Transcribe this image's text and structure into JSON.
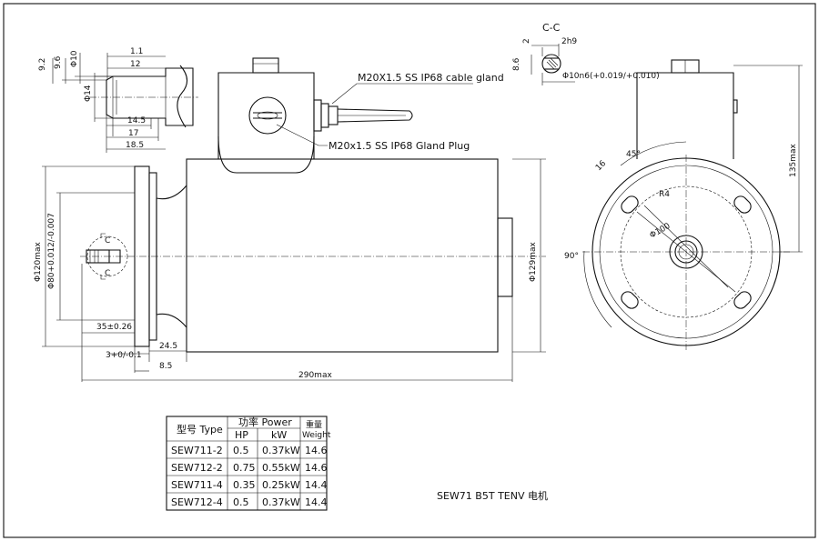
{
  "labels": {
    "cable_gland": "M20X1.5 SS IP68 cable gland",
    "gland_plug": "M20x1.5 SS IP68 Gland Plug",
    "section_title": "C-C",
    "title": "SEW71 B5T TENV 电机",
    "section_mark_top": "C",
    "section_mark_bottom": "C"
  },
  "dimensions": {
    "shaft": {
      "d_9_2": "9.2",
      "d_9_6": "9.6",
      "d_phi10": "Φ10",
      "d_1_1": "1.1",
      "d_12": "12",
      "d_phi14": "Φ14",
      "d_14_5": "14.5",
      "d_17": "17",
      "d_18_5": "18.5"
    },
    "section": {
      "d_2": "2",
      "d_2h9": "2h9",
      "d_8_6": "8.6",
      "d_phi10n6": "Φ10n6(+0.019/+0.010)"
    },
    "front": {
      "d_phi120max": "Φ120max",
      "d_phi80": "Φ80+0.012/-0.007",
      "d_35": "35±0.26",
      "d_3": "3+0/-0.1",
      "d_24_5": "24.5",
      "d_8_5": "8.5",
      "d_290max": "290max",
      "d_phi129max": "Φ129max"
    },
    "side": {
      "d_45": "45°",
      "d_16": "16",
      "d_r4": "R4",
      "d_phi100": "Φ100",
      "d_90": "90°",
      "d_135max": "135max"
    }
  },
  "spec_table": {
    "header": {
      "type": "型号 Type",
      "power": "功率 Power",
      "hp": "HP",
      "kw": "kW",
      "weight_cn": "重量",
      "weight": "Weight"
    },
    "rows": [
      {
        "type": "SEW711-2",
        "hp": "0.5",
        "kw": "0.37kW",
        "weight": "14.6"
      },
      {
        "type": "SEW712-2",
        "hp": "0.75",
        "kw": "0.55kW",
        "weight": "14.6"
      },
      {
        "type": "SEW711-4",
        "hp": "0.35",
        "kw": "0.25kW",
        "weight": "14.4"
      },
      {
        "type": "SEW712-4",
        "hp": "0.5",
        "kw": "0.37kW",
        "weight": "14.4"
      }
    ]
  }
}
